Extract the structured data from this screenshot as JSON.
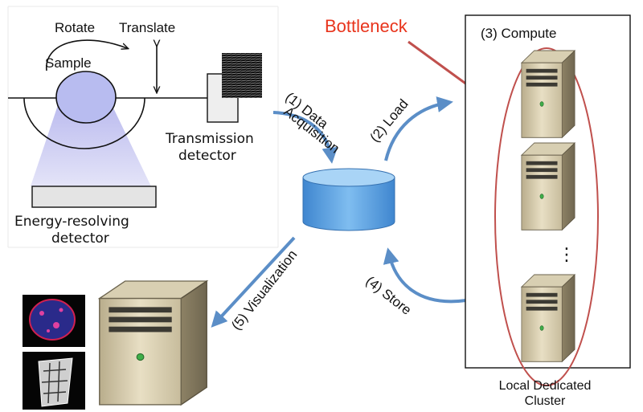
{
  "experiment": {
    "rotate_label": "Rotate",
    "translate_label": "Translate",
    "sample_label": "Sample",
    "transmission_label_1": "Transmission",
    "transmission_label_2": "detector",
    "energy_label_1": "Energy-resolving",
    "energy_label_2": "detector"
  },
  "flow": {
    "step1_line1": "(1) Data",
    "step1_line2": "Acquisition",
    "step2": "(2) Load",
    "step3": "(3) Compute",
    "step4": "(4) Store",
    "step5": "(5) Visualization"
  },
  "bottleneck": {
    "label": "Bottleneck",
    "color": "#e8341c"
  },
  "cluster": {
    "label_line1": "Local Dedicated",
    "label_line2": "Cluster",
    "ellipsis": "⋮",
    "ring_color": "#c0504d"
  },
  "colors": {
    "arrow": "#5b8ec7",
    "storage": "#5aa0dc",
    "beam": "#c8c8f0"
  }
}
